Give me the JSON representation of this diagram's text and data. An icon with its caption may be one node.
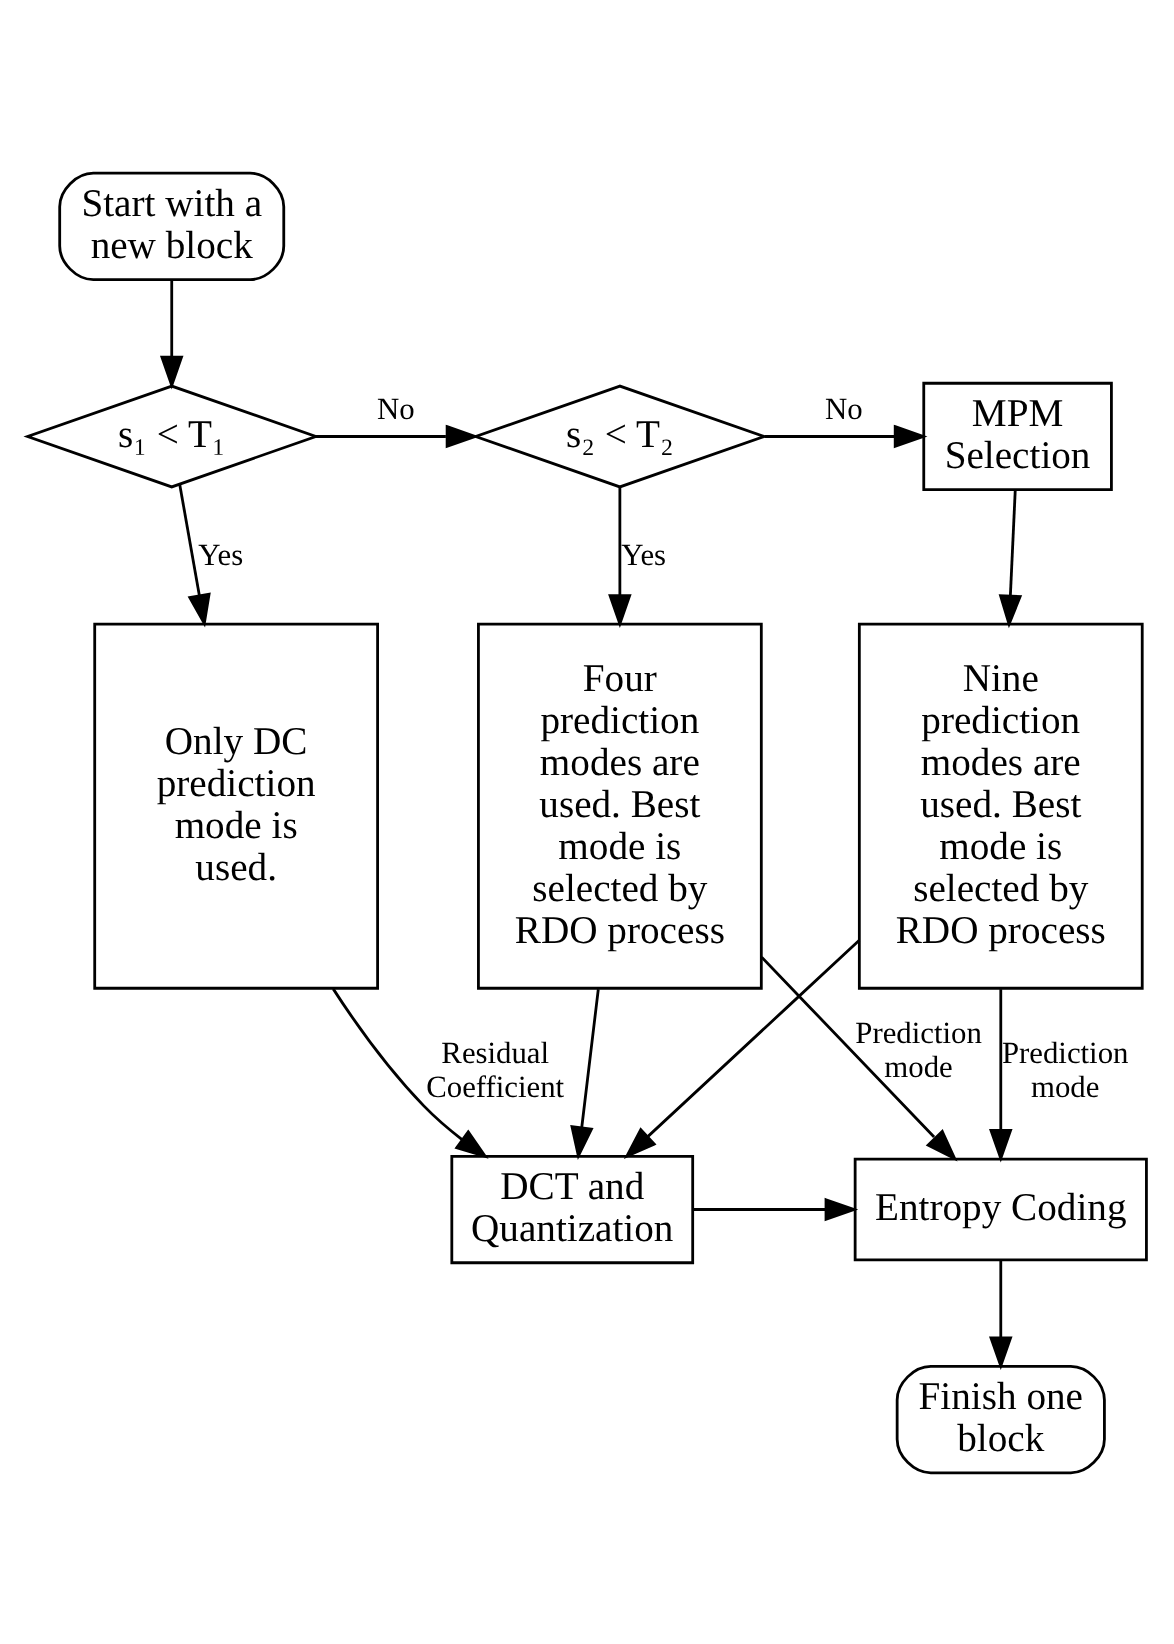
{
  "diagram": {
    "nodes": [
      {
        "text": [
          "Start with a new block"
        ]
      },
      {
        "text": [
          "s₁ < T₁"
        ]
      },
      {
        "text": [
          "s₂ < T₂"
        ]
      },
      {
        "text": [
          "MPM Selection"
        ]
      },
      {
        "text": [
          "Only DC prediction mode is used."
        ]
      },
      {
        "text": [
          "Four prediction modes are used. Best mode is selected by RDO process"
        ]
      },
      {
        "text": [
          "Nine prediction modes are used. Best mode is selected by RDO process"
        ]
      },
      {
        "text": [
          "DCT and Quantization"
        ]
      },
      {
        "text": [
          "Entropy Coding"
        ]
      },
      {
        "text": [
          "Finish one block"
        ]
      }
    ],
    "edges": [
      {
        "from": 0,
        "to": 1,
        "arrow": "to"
      },
      {
        "from": 1,
        "to": 2,
        "arrow": "to",
        "label": "No"
      },
      {
        "from": 2,
        "to": 3,
        "arrow": "to",
        "label": "No"
      },
      {
        "from": 1,
        "to": 4,
        "arrow": "to",
        "label": "Yes"
      },
      {
        "from": 2,
        "to": 5,
        "arrow": "to",
        "label": "Yes"
      },
      {
        "from": 3,
        "to": 6,
        "arrow": "to"
      },
      {
        "from": 4,
        "to": 7,
        "arrow": "to",
        "label": "Residual Coefficient"
      },
      {
        "from": 5,
        "to": 7,
        "arrow": "to"
      },
      {
        "from": 6,
        "to": 7,
        "arrow": "to"
      },
      {
        "from": 5,
        "to": 8,
        "arrow": "to",
        "label": "Prediction mode"
      },
      {
        "from": 6,
        "to": 8,
        "arrow": "to",
        "label": "Prediction mode"
      },
      {
        "from": 7,
        "to": 8,
        "arrow": "to"
      },
      {
        "from": 8,
        "to": 9,
        "arrow": "to"
      }
    ]
  }
}
